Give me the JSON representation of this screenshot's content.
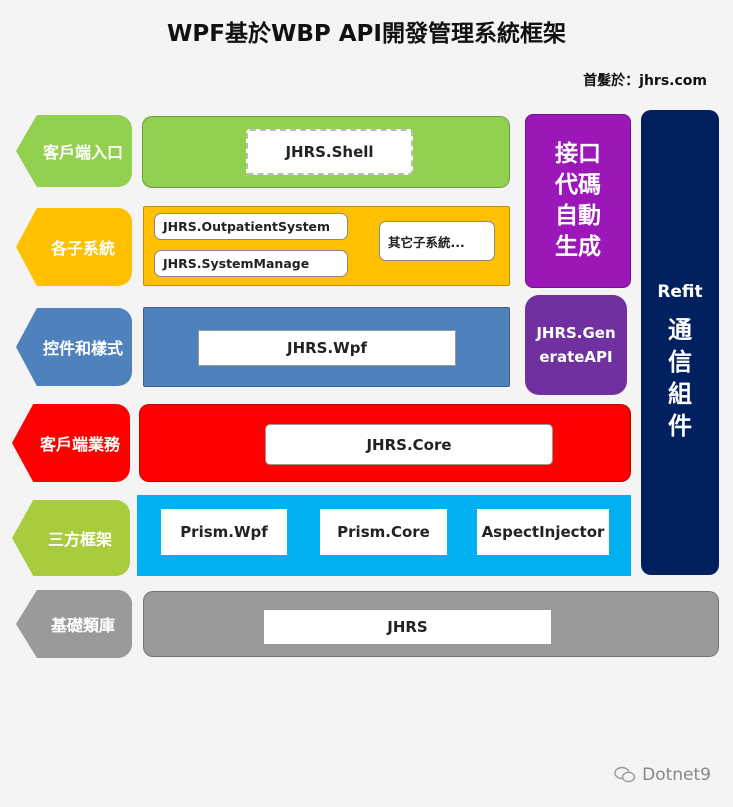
{
  "title": "WPF基於WBP API開發管理系統框架",
  "source": "首髮於：jhrs.com",
  "layers": [
    {
      "label": "客戶端入口",
      "color": "#92d050"
    },
    {
      "label": "各子系統",
      "color": "#ffc000"
    },
    {
      "label": "控件和樣式",
      "color": "#4f81bd"
    },
    {
      "label": "客戶端業務",
      "color": "#ff0000"
    },
    {
      "label": "三方框架",
      "color": "#a9cc3f"
    },
    {
      "label": "基礎類庫",
      "color": "#9a9a9a"
    }
  ],
  "boxes": {
    "shell": "JHRS.Shell",
    "outpatient": "JHRS.OutpatientSystem",
    "system_manage": "JHRS.SystemManage",
    "other_subsystems": "其它子系統...",
    "wpf": "JHRS.Wpf",
    "core": "JHRS.Core",
    "prism_wpf": "Prism.Wpf",
    "prism_core": "Prism.Core",
    "aspect_injector": "AspectInjector",
    "jhrs": "JHRS"
  },
  "codegen": {
    "line1": "接口",
    "line2": "代碼",
    "line3": "自動",
    "line4": "生成"
  },
  "generate_api": {
    "line1": "JHRS.Gen",
    "line2": "erateAPI"
  },
  "refit": {
    "name": "Refit",
    "line1": "通",
    "line2": "信",
    "line3": "組",
    "line4": "件"
  },
  "watermark": "Dotnet9"
}
